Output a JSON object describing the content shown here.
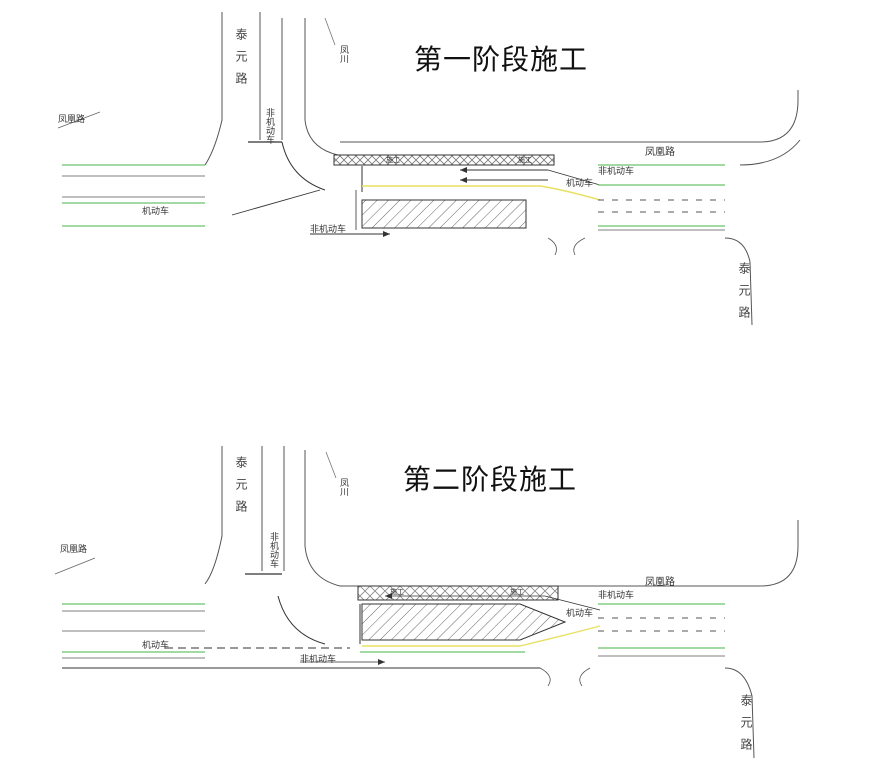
{
  "stages": [
    {
      "title": "第一阶段施工",
      "labels": {
        "west_road": "凤凰路",
        "north_road_left": "泰元路",
        "north_road_right": "凤川",
        "north_small": "非机动车",
        "east_road": "凤凰路",
        "south_road": "泰元路",
        "motor_vehicle_west": "机动车",
        "motor_vehicle_east": "机动车",
        "non_motor_vehicle": "非机动车",
        "non_motor_vehicle_east": "非机动车",
        "work_zone_a": "施工",
        "work_zone_b": "施工"
      }
    },
    {
      "title": "第二阶段施工",
      "labels": {
        "west_road": "凤凰路",
        "north_road_left": "泰元路",
        "north_road_right": "凤川",
        "north_small": "非机动车",
        "east_road": "凤凰路",
        "south_road": "泰元路",
        "motor_vehicle_west": "机动车",
        "motor_vehicle_east": "机动车",
        "non_motor_vehicle": "非机动车",
        "non_motor_vehicle_east": "非机动车",
        "work_zone_a": "施工",
        "work_zone_b": "施工"
      }
    }
  ],
  "colors": {
    "road_line": "#333333",
    "lane_green": "#6cc26c",
    "guide_yellow": "#e8e060",
    "hatch": "#555555"
  }
}
